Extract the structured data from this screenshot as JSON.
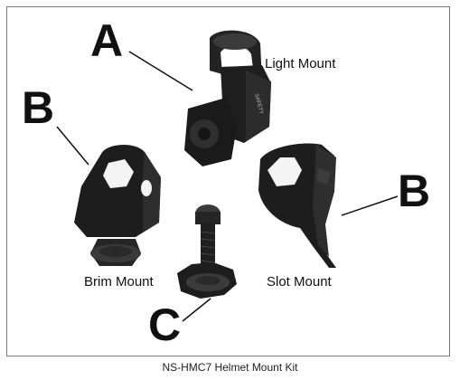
{
  "labels": {
    "letter_a": "A",
    "letter_b_left": "B",
    "letter_b_right": "B",
    "letter_c": "C",
    "light_mount": "Light Mount",
    "brim_mount": "Brim Mount",
    "slot_mount": "Slot Mount"
  },
  "caption": "NS-HMC7 Helmet Mount Kit",
  "colors": {
    "part_dark": "#1c1c1c",
    "part_mid": "#2e2e2e",
    "part_light": "#4a4a4a",
    "frame": "#7a7a7a"
  }
}
